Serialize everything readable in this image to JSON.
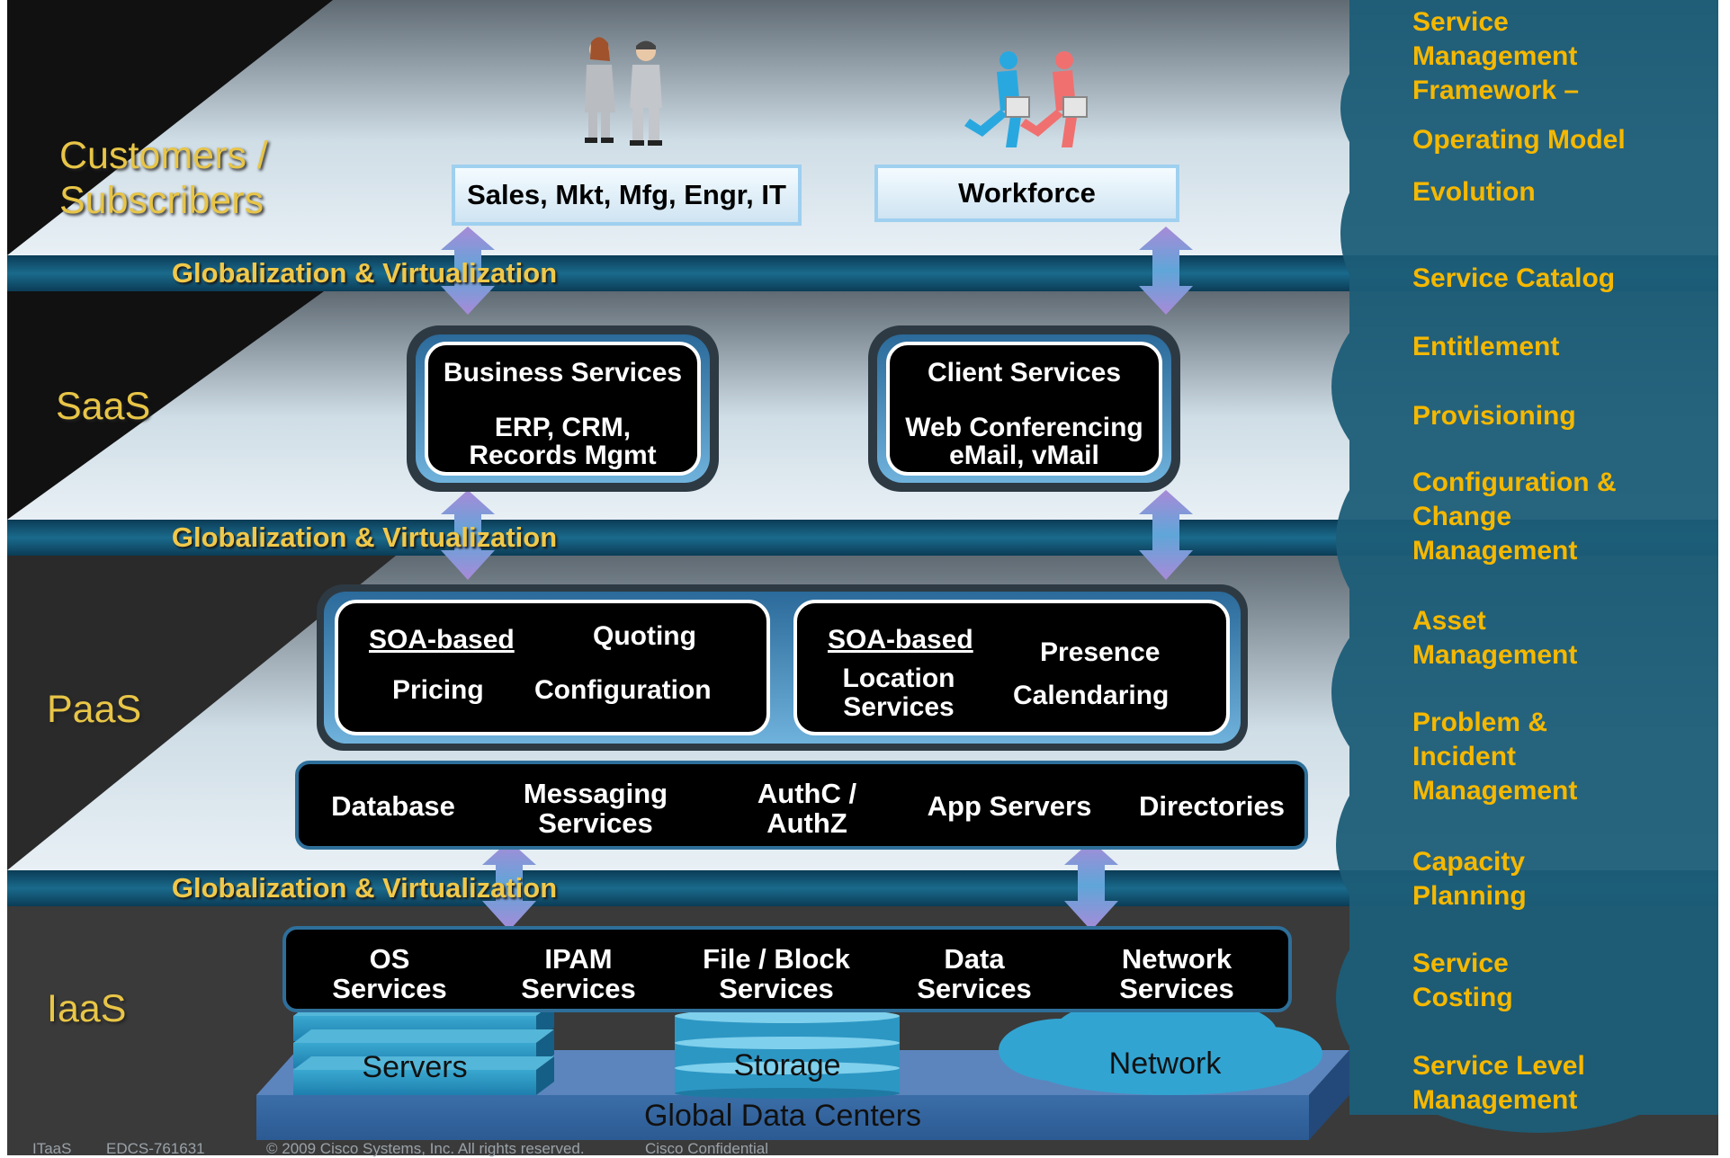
{
  "tiers": {
    "customers": "Customers /\nSubscribers",
    "saas": "SaaS",
    "paas": "PaaS",
    "iaas": "IaaS"
  },
  "bands": {
    "label_1": "Globalization & Virtualization",
    "label_2": "Globalization & Virtualization",
    "label_3": "Globalization & Virtualization"
  },
  "customers": {
    "box_left": "Sales, Mkt, Mfg, Engr, IT",
    "box_right": "Workforce"
  },
  "saas": {
    "left": {
      "title": "Business Services",
      "body_1": "ERP, CRM,",
      "body_2": "Records Mgmt"
    },
    "right": {
      "title": "Client Services",
      "body_1": "Web Conferencing",
      "body_2": "eMail, vMail"
    }
  },
  "paas": {
    "left": {
      "soa": "SOA-based",
      "quoting": "Quoting",
      "pricing": "Pricing",
      "configuration": "Configuration"
    },
    "right": {
      "soa": "SOA-based",
      "location_1": "Location",
      "location_2": "Services",
      "presence": "Presence",
      "calendaring": "Calendaring"
    },
    "platform": [
      {
        "l1": "Database",
        "l2": ""
      },
      {
        "l1": "Messaging",
        "l2": "Services"
      },
      {
        "l1": "AuthC /",
        "l2": "AuthZ"
      },
      {
        "l1": "App Servers",
        "l2": ""
      },
      {
        "l1": "Directories",
        "l2": ""
      }
    ]
  },
  "iaas": {
    "services": [
      {
        "l1": "OS",
        "l2": "Services"
      },
      {
        "l1": "IPAM",
        "l2": "Services"
      },
      {
        "l1": "File / Block",
        "l2": "Services"
      },
      {
        "l1": "Data",
        "l2": "Services"
      },
      {
        "l1": "Network",
        "l2": "Services"
      }
    ],
    "servers": "Servers",
    "storage": "Storage",
    "network": "Network",
    "global_dc": "Global Data Centers"
  },
  "service_management": [
    "Service\nManagement\nFramework –",
    "Operating Model",
    "Evolution",
    "Service Catalog",
    "Entitlement",
    "Provisioning",
    "Configuration &\nChange\nManagement",
    "Asset\nManagement",
    "Problem &\nIncident\nManagement",
    "Capacity\nPlanning",
    "Service\nCosting",
    "Service Level\nManagement"
  ],
  "footer": {
    "itaas": "ITaaS",
    "edcs": "EDCS-761631",
    "copyright": "© 2009 Cisco Systems, Inc. All rights reserved.",
    "confidential": "Cisco Confidential"
  },
  "colors": {
    "tier_label": "#e8c547",
    "band_label": "#f0c84a",
    "service_mgmt_text": "#f5b800",
    "band": "#0f4a66",
    "cloud": "#1d5d78"
  }
}
